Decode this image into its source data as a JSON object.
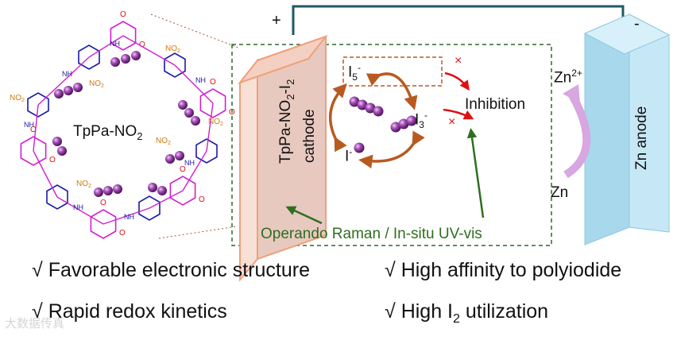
{
  "figure": {
    "framework_label": "TpPa-NO",
    "framework_label_sub": "2",
    "cathode_label_line1_parts": [
      "TpPa-NO",
      "2",
      "-I",
      "2"
    ],
    "cathode_label_line2": "cathode",
    "anode_label": "Zn anode",
    "terminal_positive": "+",
    "terminal_negative": "-",
    "species": {
      "i5_base": "I",
      "i5_sub": "5",
      "i5_sup": "-",
      "i3_base": "I",
      "i3_sub": "3",
      "i3_sup": "-",
      "i_base": "I",
      "i_sup": "-"
    },
    "inhibition_label": "Inhibition",
    "cross_mark": "×",
    "zn_ion_base": "Zn",
    "zn_ion_sup": "2+",
    "zn_metal": "Zn",
    "technique_label": "Operando Raman / In-situ UV-vis",
    "substituent_label": "NO",
    "substituent_sub": "2",
    "nh_label": "NH",
    "o_label": "O"
  },
  "features": {
    "check_mark": "√",
    "items": [
      {
        "text": "Favorable electronic structure"
      },
      {
        "text": "High affinity to polyiodide"
      },
      {
        "text": "Rapid redox kinetics"
      },
      {
        "text": "High I",
        "sub": "2",
        "after": " utilization"
      }
    ]
  },
  "watermark": "大数据传真",
  "colors": {
    "frame_magenta": "#d020d0",
    "amine_blue": "#1a1aa8",
    "nitro_orange": "#d07a10",
    "oxygen_red": "#e01010",
    "iodine_purple": "#7a2a8a",
    "cathode_front": "#e8c9c0",
    "cathode_side": "#f7e0d6",
    "anode_blue": "#b9e2f2",
    "wire": "#1e5a66",
    "redox_arrow": "#b85a20",
    "inhibit_red": "#e01010",
    "dashed_box": "#2a6a2a",
    "tech_green": "#2e6f1e",
    "zn_arrow": "#d8a6e0"
  }
}
